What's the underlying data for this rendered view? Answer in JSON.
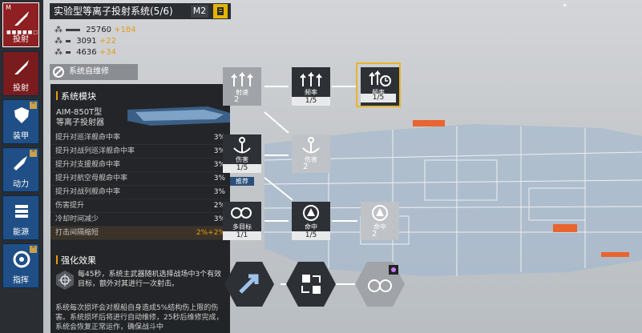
{
  "categories": [
    {
      "label": "投射",
      "m": "M",
      "icon": "missile-icon"
    },
    {
      "label": "投射",
      "icon": "missile-icon"
    },
    {
      "label": "装甲",
      "icon": "shield-icon"
    },
    {
      "label": "动力",
      "icon": "thruster-icon"
    },
    {
      "label": "能源",
      "icon": "energy-icon"
    },
    {
      "label": "指挥",
      "icon": "command-icon"
    }
  ],
  "header": {
    "title": "实验型等离子投射系统(5/6)",
    "tier": "M2"
  },
  "stats": [
    {
      "base": "25760",
      "bonus": "+184"
    },
    {
      "base": "3091",
      "bonus": "+22"
    },
    {
      "base": "4636",
      "bonus": "+34"
    }
  ],
  "self_repair": "系统自维修",
  "module": {
    "section_title": "系统模块",
    "name_line1": "AIM-850T型",
    "name_line2": "等离子投射器",
    "rows": [
      {
        "label": "提升对巡洋舰命中率",
        "value": "3%"
      },
      {
        "label": "提升对战列巡洋舰命中率",
        "value": "3%"
      },
      {
        "label": "提升对支援舰命中率",
        "value": "3%"
      },
      {
        "label": "提升对航空母舰命中率",
        "value": "3%"
      },
      {
        "label": "提升对战列舰命中率",
        "value": "3%"
      },
      {
        "label": "伤害提升",
        "value": "2%"
      },
      {
        "label": "冷却时间减少",
        "value": "3%"
      },
      {
        "label": "打击间隔缩短",
        "value": "2%+2%"
      }
    ],
    "effect_title": "强化效果",
    "effect_text": "每45秒，系统主武器随机选择战场中3个有效目标，额外对其进行一次射击。",
    "desc_text": "系统每次损坏会对舰船自身造成5%结构伤上限的伤害。系统损坏后将进行自动维修，25秒后维修完成，系统会恢复正常运作，确保战斗中"
  },
  "tree": {
    "n1": {
      "label": "射速",
      "level": "2"
    },
    "n2": {
      "label": "频率",
      "level": "1/5"
    },
    "n3": {
      "label": "频率",
      "level": "1/5"
    },
    "n4": {
      "label": "伤害",
      "level": "1/5"
    },
    "n5": {
      "label": "伤害",
      "level": "2"
    },
    "n6": {
      "label": "多目标",
      "level": "1/1"
    },
    "n7": {
      "label": "命中",
      "level": "1/5"
    },
    "n8": {
      "label": "命中",
      "level": "2"
    },
    "recommend": "推荐"
  }
}
